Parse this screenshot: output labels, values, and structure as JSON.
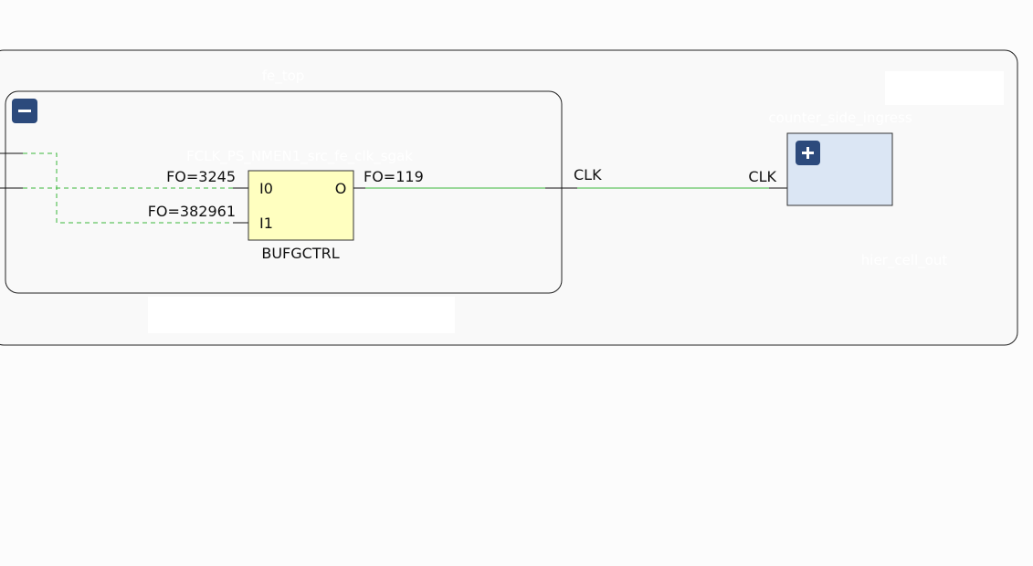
{
  "outer_module": {
    "title": "fe_top",
    "badge": ""
  },
  "inner_module": {
    "collapse_symbol": "−",
    "faint_title": "FCLK_PS_NMEN1_src_fe_clk_sgak",
    "footer": ""
  },
  "bufgctrl": {
    "cell_name": "BUFGCTRL",
    "pin_i0": "I0",
    "pin_i1": "I1",
    "pin_o": "O",
    "fanout_i0": "FO=3245",
    "fanout_i1": "FO=382961",
    "fanout_o": "FO=119"
  },
  "port_out_label": "CLK",
  "right_module": {
    "faint_title": "counter_side_ingress",
    "expand_symbol": "+",
    "pin_label": "CLK",
    "faint_caption": "hier_cell_out"
  },
  "colors": {
    "net_green": "#3cb83c",
    "cell_fill": "#ffffc0",
    "module_fill": "#dbe6f4",
    "button_fill": "#2c4a7c",
    "wire": "#111111"
  }
}
